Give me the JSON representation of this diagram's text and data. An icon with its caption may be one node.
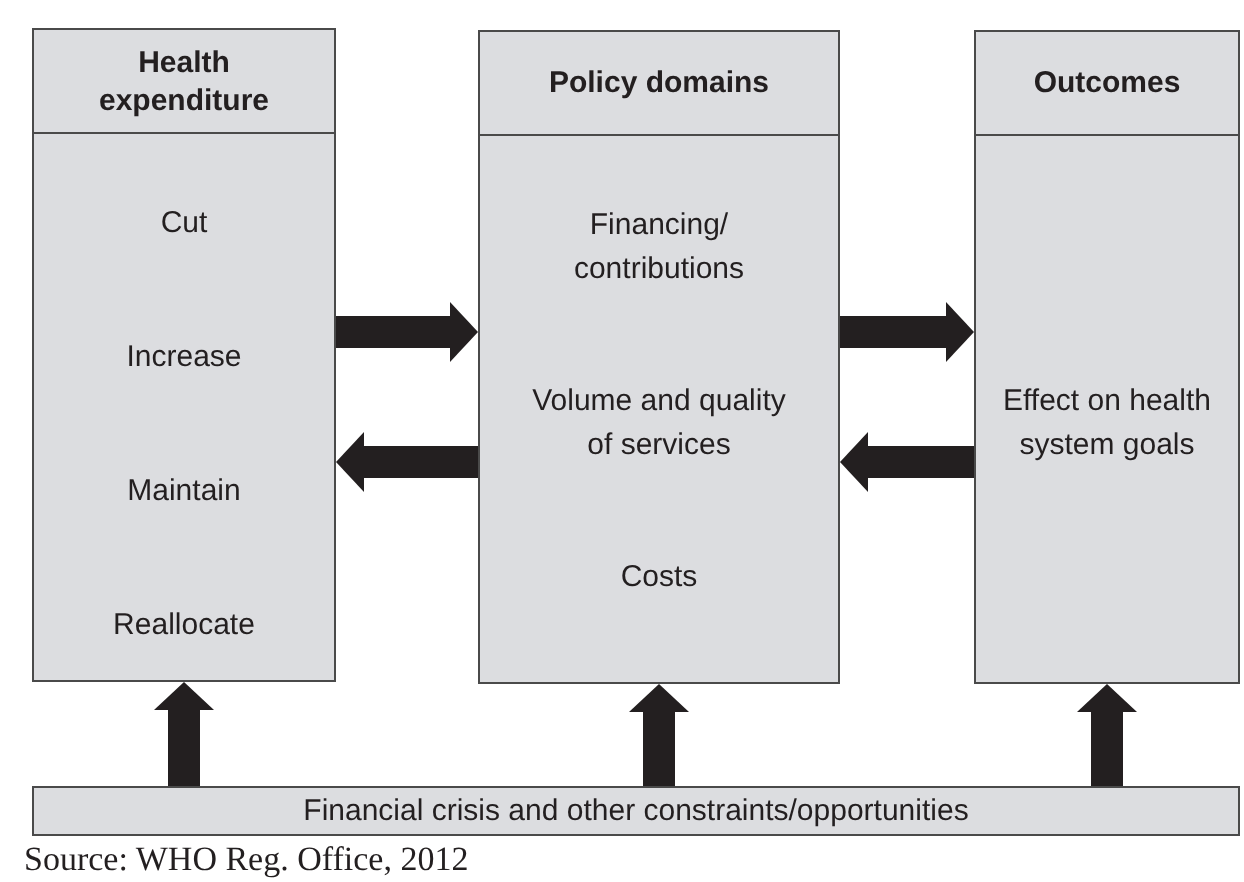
{
  "diagram": {
    "caption": "Source: WHO Reg. Office, 2012",
    "nodes": [
      {
        "text": [
          "Health expenditure",
          "Cut",
          "Increase",
          "Maintain",
          "Reallocate"
        ]
      },
      {
        "text": [
          "Policy domains",
          "Financing/ contributions",
          "Volume and quality of services",
          "Costs"
        ]
      },
      {
        "text": [
          "Outcomes",
          "Effect on health system goals"
        ]
      },
      {
        "text": [
          "Financial crisis and other constraints/opportunities"
        ]
      }
    ],
    "edges": [
      {
        "from": 0,
        "to": 1,
        "arrow": "to"
      },
      {
        "from": 1,
        "to": 0,
        "arrow": "to"
      },
      {
        "from": 1,
        "to": 2,
        "arrow": "to"
      },
      {
        "from": 2,
        "to": 1,
        "arrow": "to"
      },
      {
        "from": 3,
        "to": 0,
        "arrow": "to"
      },
      {
        "from": 3,
        "to": 1,
        "arrow": "to"
      },
      {
        "from": 3,
        "to": 2,
        "arrow": "to"
      }
    ]
  }
}
